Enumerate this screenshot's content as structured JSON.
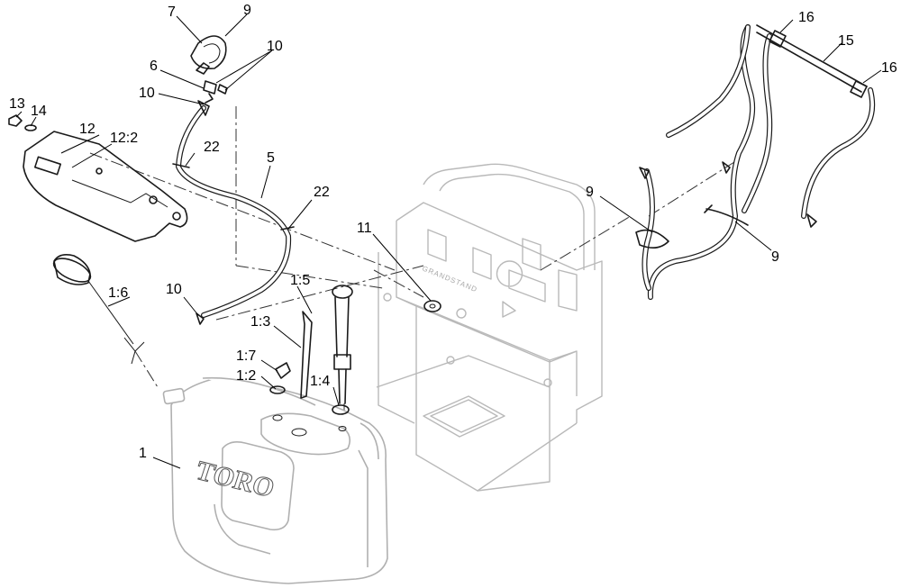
{
  "diagram": {
    "tank_logo": "TORO",
    "console_decal": "GRANDSTAND",
    "callouts": {
      "c1": "1",
      "c1_2": "1:2",
      "c1_3": "1:3",
      "c1_4": "1:4",
      "c1_5": "1:5",
      "c1_6": "1:6",
      "c1_7": "1:7",
      "c5": "5",
      "c6": "6",
      "c7": "7",
      "c9a": "9",
      "c9b": "9",
      "c9c": "9",
      "c10a": "10",
      "c10b": "10",
      "c10c": "10",
      "c11": "11",
      "c12": "12",
      "c12_2": "12:2",
      "c13": "13",
      "c14": "14",
      "c15": "15",
      "c16a": "16",
      "c16b": "16",
      "c22a": "22",
      "c22b": "22"
    }
  }
}
